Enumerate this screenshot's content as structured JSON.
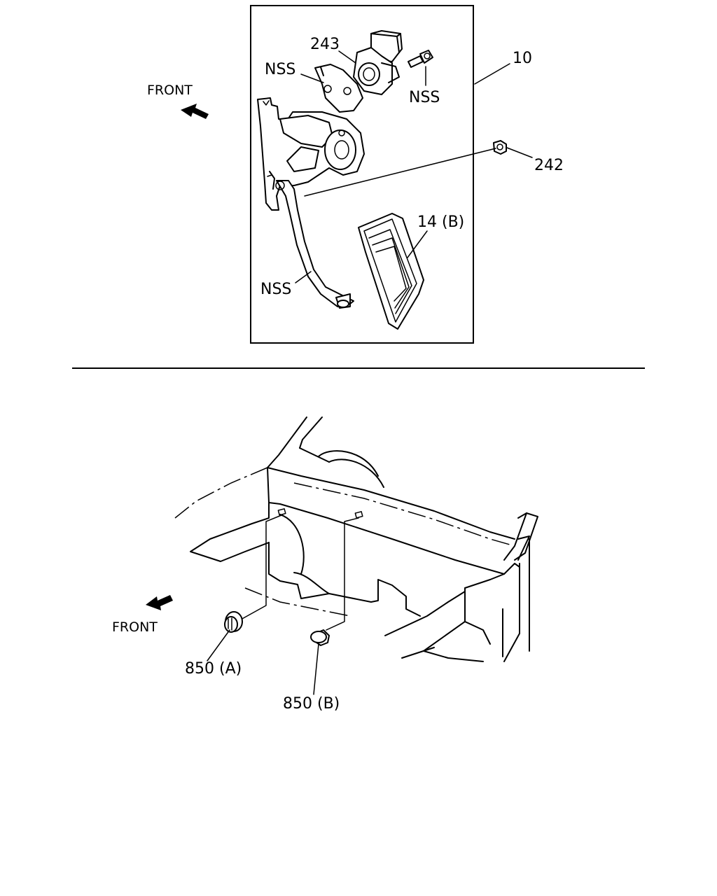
{
  "top_diagram": {
    "front_label": "FRONT",
    "labels": {
      "part_10": "10",
      "part_243": "243",
      "part_242": "242",
      "part_14b": "14 (B)",
      "nss_bracket": "NSS",
      "nss_bolt": "NSS",
      "nss_arm": "NSS"
    }
  },
  "bottom_diagram": {
    "front_label": "FRONT",
    "labels": {
      "part_850a": "850 (A)",
      "part_850b": "850 (B)"
    }
  }
}
